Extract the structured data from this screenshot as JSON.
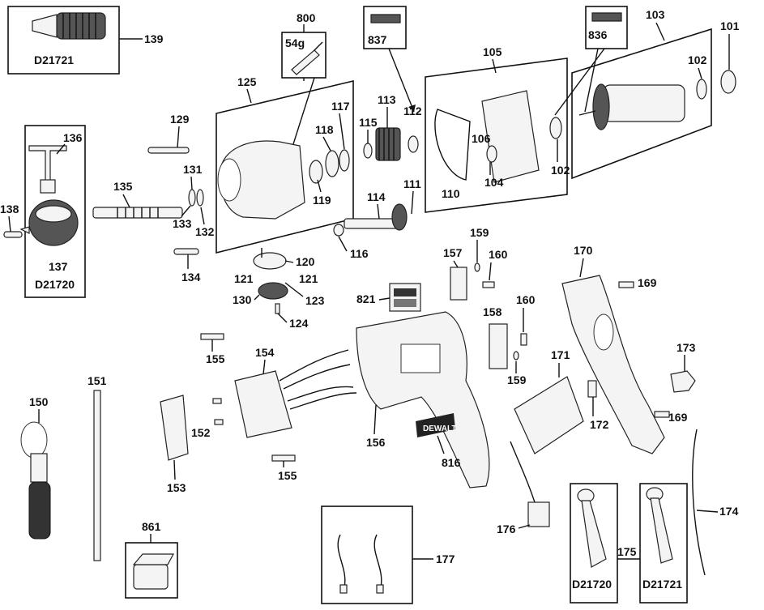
{
  "labels": {
    "p100": "800",
    "p54g": "54g",
    "p837": "837",
    "p836": "836",
    "p103": "103",
    "p101": "101",
    "p102a": "102",
    "p105": "105",
    "p125": "125",
    "p113": "113",
    "p112": "112",
    "p115": "115",
    "p117": "117",
    "p118": "118",
    "p119": "119",
    "p106": "106",
    "p104": "104",
    "p102b": "102",
    "p110": "110",
    "p111": "111",
    "p114": "114",
    "p116": "116",
    "p139": "139",
    "p136": "136",
    "p137": "137",
    "p129": "129",
    "p131": "131",
    "p135": "135",
    "p133": "133",
    "p132": "132",
    "p138": "138",
    "p134": "134",
    "p120": "120",
    "p121a": "121",
    "p121b": "121",
    "p123": "123",
    "p130": "130",
    "p124": "124",
    "p159a": "159",
    "p157": "157",
    "p160a": "160",
    "p170": "170",
    "p169a": "169",
    "p821": "821",
    "p158": "158",
    "p160b": "160",
    "p159b": "159",
    "p155a": "155",
    "p154": "154",
    "p171": "171",
    "p173": "173",
    "p151": "151",
    "p150": "150",
    "p152": "152",
    "p156": "156",
    "p172": "172",
    "p169b": "169",
    "p153": "153",
    "p155b": "155",
    "p816": "816",
    "p176": "176",
    "p174": "174",
    "p861": "861",
    "p177": "177",
    "p175": "175"
  },
  "model_labels": {
    "chuck_keyless": "D21721",
    "chuck_keyed": "D21720",
    "kit_left": "D21720",
    "kit_right": "D21721"
  },
  "brand_plate": "DEWALT"
}
